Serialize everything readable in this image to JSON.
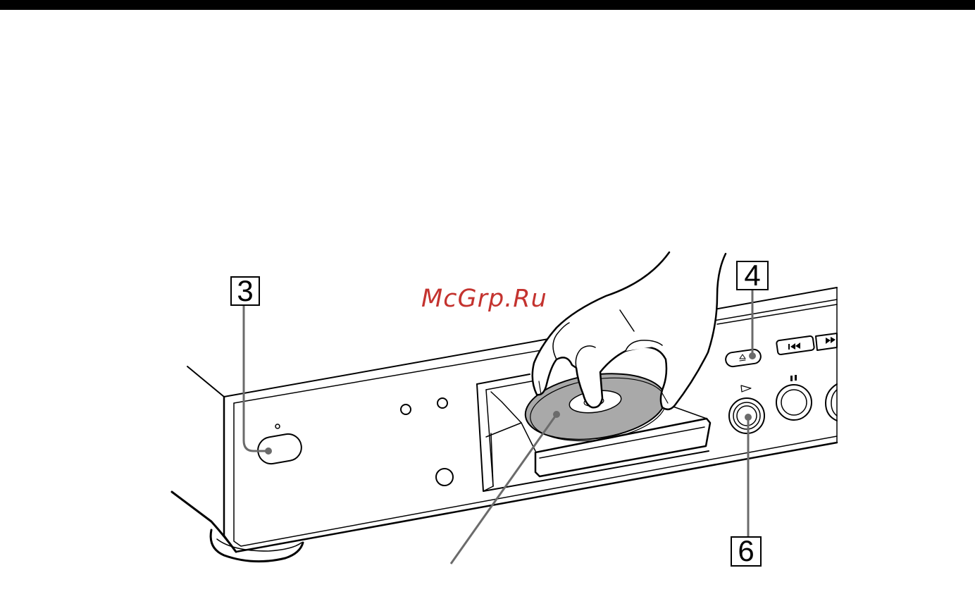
{
  "callouts": {
    "power_step": "3",
    "eject_step": "4",
    "play_step": "6"
  },
  "watermark": {
    "text": "McGrp.Ru",
    "color": "#c4332f"
  },
  "colors": {
    "disc": "#a9a9a9",
    "leader_line": "#6b6b6b",
    "outline": "#000000"
  },
  "icons": [
    "eject-icon",
    "prev-track-icon",
    "next-track-icon",
    "play-icon",
    "pause-icon"
  ]
}
